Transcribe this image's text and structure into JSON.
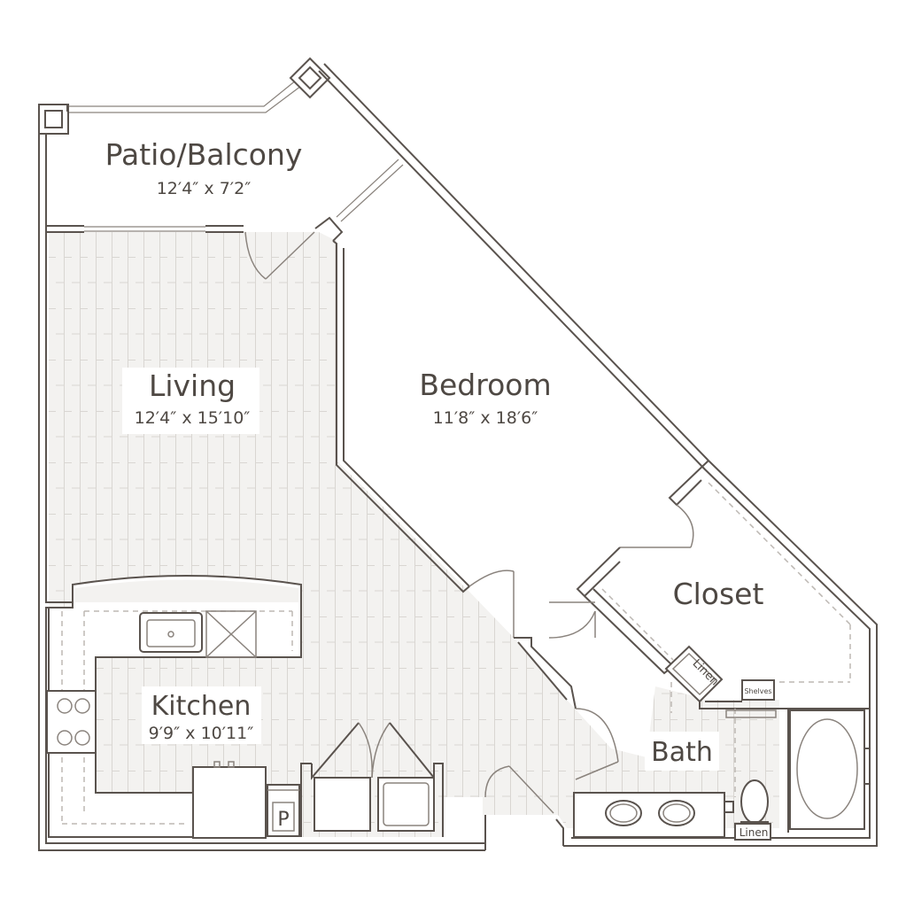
{
  "rooms": {
    "patio": {
      "name": "Patio/Balcony",
      "dims": "12′4″ x 7′2″"
    },
    "living": {
      "name": "Living",
      "dims": "12′4″ x 15′10″"
    },
    "bedroom": {
      "name": "Bedroom",
      "dims": "11′8″ x 18′6″"
    },
    "closet": {
      "name": "Closet"
    },
    "kitchen": {
      "name": "Kitchen",
      "dims": "9′9″ x 10′11″"
    },
    "bath": {
      "name": "Bath"
    }
  },
  "labels": {
    "linen_closet": "Linen",
    "linen_bath": "Linen",
    "shelves": "Shelves",
    "pantry": "P"
  },
  "colors": {
    "wall": "#5a534e",
    "floor": "#f3f2f0",
    "text": "#4e4843"
  }
}
